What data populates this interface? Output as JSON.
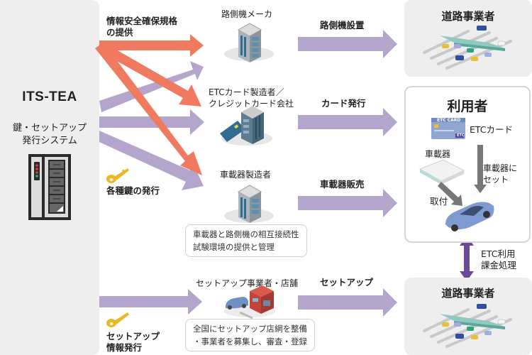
{
  "left_panel": {
    "title": "ITS-TEA",
    "subtitle_line1": "鍵・セットアップ",
    "subtitle_line2": "発行システム",
    "icon": "server-icon"
  },
  "flows_left": {
    "security_spec_line1": "情報安全確保規格",
    "security_spec_line2": "の提供",
    "key_issue": "各種鍵の発行",
    "setup_info_line1": "セットアップ",
    "setup_info_line2": "情報発行"
  },
  "actors": {
    "roadside_maker": "路側機メーカ",
    "card_maker_line1": "ETCカード製造者／",
    "card_maker_line2": "クレジットカード会社",
    "obu_maker": "車載器製造者",
    "setup_shop": "セットアップ事業者・店舗"
  },
  "notes": {
    "obu_note_line1": "車載器と路側機の相互接続性",
    "obu_note_line2": "試験環境の提供と管理",
    "setup_note_line1": "全国にセットアップ店網を整備",
    "setup_note_line2": "・事業者を募集し、審査・登録"
  },
  "flows_right": {
    "roadside_install": "路側機設置",
    "card_issue": "カード発行",
    "obu_sales": "車載器販売",
    "setup": "セットアップ"
  },
  "road_operator_top": {
    "title": "道路事業者"
  },
  "road_operator_bottom": {
    "title": "道路事業者"
  },
  "user_box": {
    "title": "利用者",
    "etc_card_label": "ETCカード",
    "etc_card_text": "ETC CARD",
    "etc_card_badge": "ETC",
    "obu_label": "車載器",
    "set_in_obu_line1": "車載器に",
    "set_in_obu_line2": "セット",
    "mount_label": "取付"
  },
  "billing": {
    "line1": "ETC利用",
    "line2": "課金処理"
  },
  "colors": {
    "orange_arrow": "#ef7a5f",
    "purple_arrow": "#b3a5cc",
    "dark_purple_arrow": "#6a4a96",
    "panel_gray": "#eeeeee",
    "key_yellow": "#e8b923"
  }
}
